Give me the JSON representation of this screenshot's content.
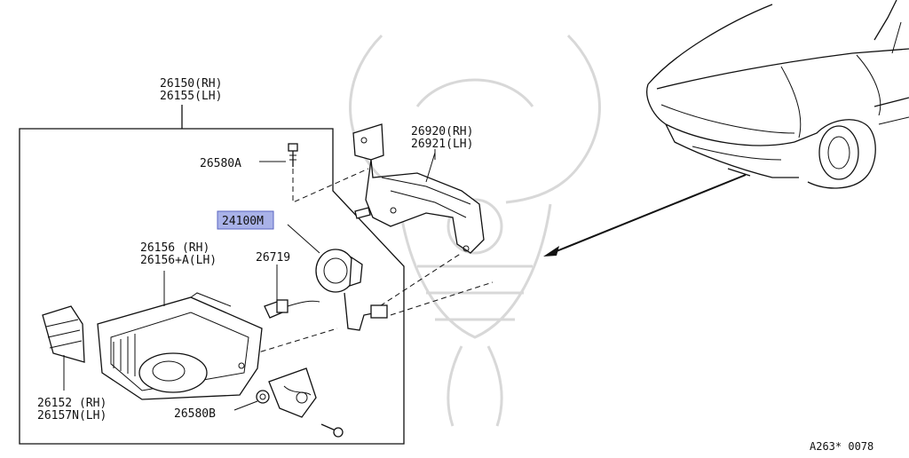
{
  "callouts": {
    "lamp_assy_rh": "26150(RH)",
    "lamp_assy_lh": "26155(LH)",
    "bracket_rh": "26920(RH)",
    "bracket_lh": "26921(LH)",
    "bolt_a": "26580A",
    "bulb_socket": "24100M",
    "lamp_body_rh": "26156  (RH)",
    "lamp_body_lh": "26156+A(LH)",
    "bulb": "26719",
    "lens_rh": "26152  (RH)",
    "lens_lh": "26157N(LH)",
    "bolt_b": "26580B"
  },
  "footer": {
    "code": "A263* 0078"
  },
  "colors": {
    "highlight": "#a9b2e8",
    "line": "#111111",
    "watermark": "#d8d8d8"
  }
}
